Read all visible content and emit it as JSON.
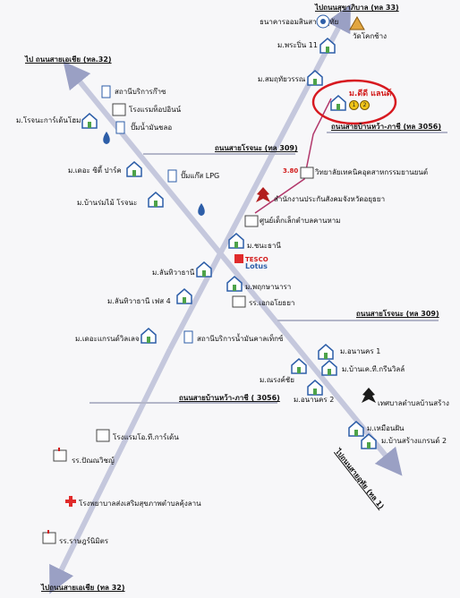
{
  "roads": {
    "top_right": "ไปถนนสุขาภิบาล (ทล 33)",
    "top_left": "ไป ถนนสายเอเชีย (ทล.32)",
    "ban_wa_phachi_top": "ถนนสายบ้านหว้า-ภาชี (ทล 3056)",
    "rojana_top": "ถนนสายโรจนะ (ทล 309)",
    "rojana_mid": "ถนนสายโรจนะ (ทล 309)",
    "ban_wa_phachi_bottom": "ถนนสายบ้านหว้า-ภาชี ( 3056)",
    "bottom_right": "ไปถนนสายอุทัย (ทล 1)",
    "bottom_left": "ไปถนนสายเอเชีย (ทล 32)"
  },
  "distance": "3.80 km",
  "highlight": {
    "label": "ม.ดีดี แลนด์",
    "badges": [
      "1",
      "2"
    ],
    "ring_color": "#d71920"
  },
  "places": {
    "bank": "ธนาคารออมสินสาขาอุทัย",
    "temple": "วัดโคกช้าง",
    "phraya11": "ม.พระปิ่น 11",
    "sompraya": "ม.สมฤทัยวรรณ",
    "gas_station": "สถานีบริการก๊าซ",
    "hotel_top": "โรงแรมท็อปอินน์",
    "rojana_garden": "ม.โรจนะการ์เด้นโฮม",
    "oil_pump": "ปั๊มน้ำมันชลอ",
    "the_city_park": "ม.เดอะ ซิตี้ ปาร์ค",
    "lpg": "ปั๊มแก๊ส LPG",
    "ban_rom_mai": "ม.บ้านร่มไม้ โรจนะ",
    "tech_college": "วิทยาลัยเทคนิคอุตสาหกรรมยานยนต์",
    "provincial_office": "สำนักงานประกันสังคมจังหวัดอยุธยา",
    "child_center": "ศูนย์เด็กเล็กตำบลคานหาม",
    "chanathani": "ม.ชนะธานี",
    "tesco_1": "TESCO",
    "tesco_2": "Lotus",
    "lanthiwa": "ม.ลันทิวาธานี",
    "phrukkhanawan": "ม.พฤกษานารา",
    "lanthiwa4": "ม.ลันทิวาธานี เฟส 4",
    "school_ekkai": "รร.เอกอโยธยา",
    "grand_village": "ม.เดอะแกรนด์วิลเลจ",
    "gas_station_2": "สถานีบริการน้ำมันคาลเท็กซ์",
    "anan1": "ม.อนานคร 1",
    "ban_thechi": "ม.บ้านเค.ที.กรีนวิลล์",
    "narongchai": "ม.ณรงค์ชัย",
    "anan2": "ม.อนานคร 2",
    "municipality": "เทศบาลตำบลบ้านสร้าง",
    "muenfan": "ม.เหมือนฝัน",
    "ban_sang_grand": "ม.บ้านสร้างแกรนด์ 2",
    "hotel_bottom": "โรงแรมโอ.ที.การ์เด้น",
    "school_pan": "รร.ปัณณวิชญ์",
    "hospital": "โรงพยาบาลส่งเสริมสุขภาพตำบลคุ้งลาน",
    "school_ratchaphat": "รร.ราษฎร์นิมิตร"
  },
  "colors": {
    "road": "#c5c8dd",
    "road_dark": "#8d92b4",
    "route": "#b2386c",
    "house_blue": "#2d5ea8",
    "house_green": "#4ea34a"
  }
}
